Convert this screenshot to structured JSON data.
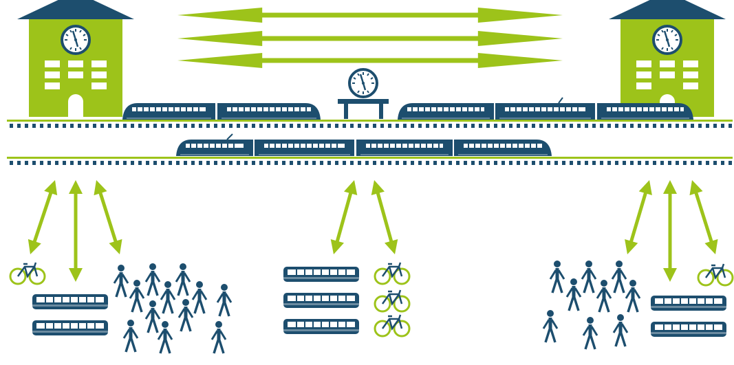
{
  "title": "",
  "colors": {
    "green": "#9dc31a",
    "navy": "#1d4e6e",
    "window": "#ffffff",
    "track": "#1d4e6e"
  },
  "elements": {
    "stations": [
      "left",
      "right"
    ],
    "top_arrows": 3,
    "platform_clock": true,
    "upper_track_trains": [
      "left-train",
      "right-train"
    ],
    "lower_track_trains": [
      "center-train"
    ],
    "connection_groups": [
      {
        "position": "left",
        "arrows": 3,
        "modes": [
          "bicycle",
          "bus",
          "pedestrians"
        ]
      },
      {
        "position": "center",
        "arrows": 2,
        "modes": [
          "bus",
          "bicycle"
        ]
      },
      {
        "position": "right",
        "arrows": 3,
        "modes": [
          "pedestrians",
          "bus",
          "bicycle"
        ]
      }
    ]
  }
}
